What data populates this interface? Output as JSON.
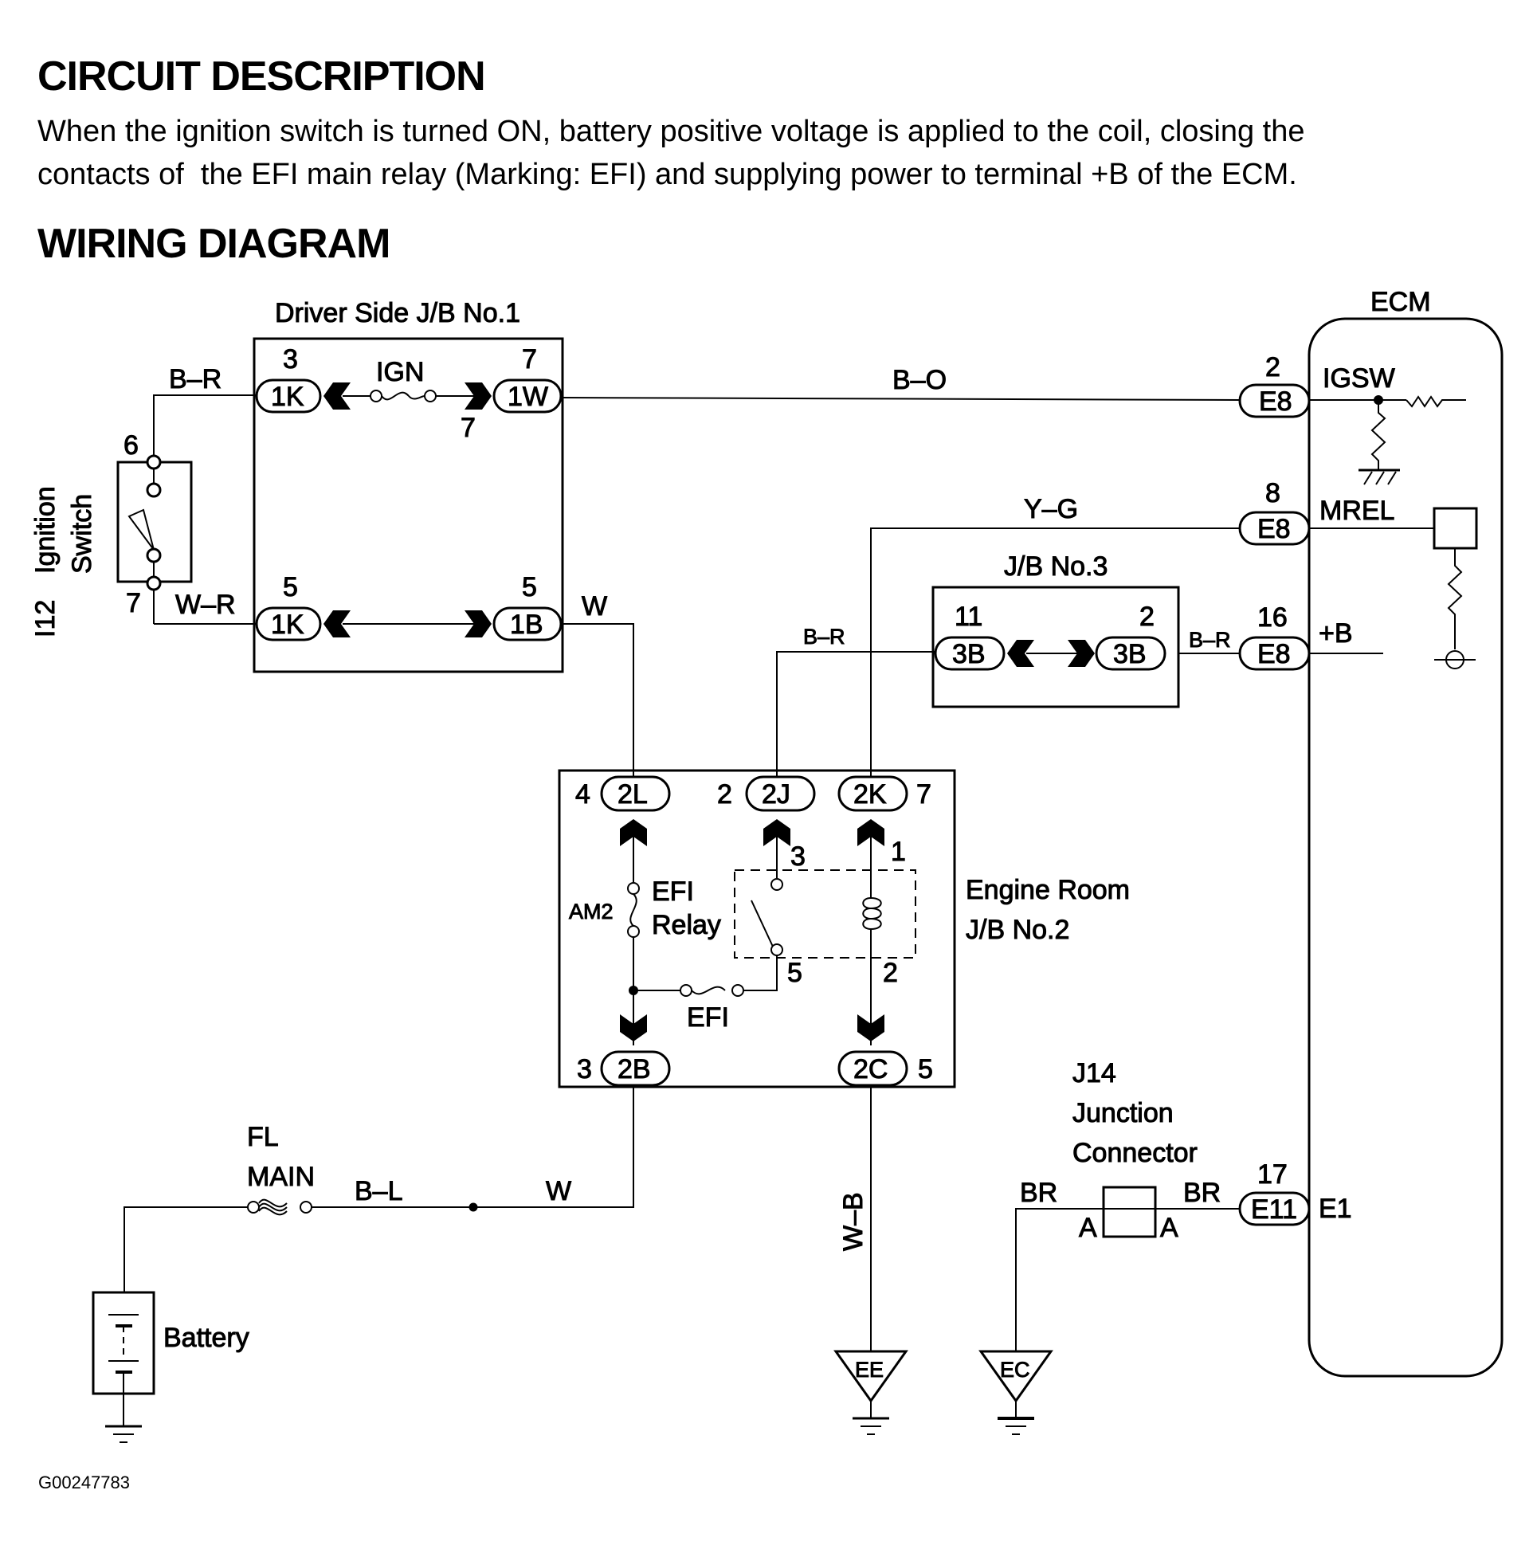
{
  "headings": {
    "circuit_description": "CIRCUIT DESCRIPTION",
    "wiring_diagram": "WIRING DIAGRAM"
  },
  "description": {
    "line1": "When the ignition switch is turned ON, battery positive voltage is applied to the coil, closing the",
    "line2": "contacts of  the EFI main relay (Marking: EFI) and supplying power to terminal +B of the ECM."
  },
  "components": {
    "ignition_switch": {
      "code": "I12",
      "name_line1": "Ignition",
      "name_line2": "Switch",
      "pin_top": "6",
      "pin_bottom": "7"
    },
    "jb1": {
      "title": "Driver Side J/B No.1",
      "fuse": "IGN",
      "connectors": [
        {
          "id": "1K",
          "pin": "3"
        },
        {
          "id": "1W",
          "pin": "7"
        },
        {
          "id": "1K",
          "pin": "5"
        },
        {
          "id": "1B",
          "pin": "5"
        }
      ],
      "internal_pin": "7"
    },
    "ecm": {
      "title": "ECM",
      "terminals": [
        {
          "name": "IGSW",
          "connector": "E8",
          "pin": "2"
        },
        {
          "name": "MREL",
          "connector": "E8",
          "pin": "8"
        },
        {
          "name": "+B",
          "connector": "E8",
          "pin": "16"
        },
        {
          "name": "E1",
          "connector": "E11",
          "pin": "17"
        }
      ]
    },
    "jb3": {
      "title": "J/B No.3",
      "connectors": [
        {
          "id": "3B",
          "pin": "11"
        },
        {
          "id": "3B",
          "pin": "2"
        }
      ]
    },
    "engine_room_jb2": {
      "title_line1": "Engine Room",
      "title_line2": "J/B No.2",
      "connectors": [
        {
          "id": "2L",
          "pin": "4"
        },
        {
          "id": "2J",
          "pin": "2"
        },
        {
          "id": "2K",
          "pin": "7"
        },
        {
          "id": "2B",
          "pin": "3"
        },
        {
          "id": "2C",
          "pin": "5"
        }
      ],
      "relay_line1": "EFI",
      "relay_line2": "Relay",
      "am2_fuse": "AM2",
      "efi_fuse": "EFI",
      "relay_pins": {
        "p3": "3",
        "p1": "1",
        "p5": "5",
        "p2": "2"
      }
    },
    "fusible_link": {
      "line1": "FL",
      "line2": "MAIN"
    },
    "battery": {
      "name": "Battery"
    },
    "junction": {
      "line1": "J14",
      "line2": "Junction",
      "line3": "Connector",
      "pin_left": "A",
      "pin_right": "A"
    },
    "grounds": [
      {
        "name": "EE"
      },
      {
        "name": "EC"
      }
    ]
  },
  "wires": {
    "ign_to_jb1": "B–R",
    "st_to_jb1": "W–R",
    "jb1_to_ecm": "B–O",
    "jb1_to_2l": "W",
    "relay_to_mrel": "Y–G",
    "jb3_in": "B–R",
    "jb3_out": "B–R",
    "battery_fl": "B–L",
    "fl_to_2b": "W",
    "ground_ee": "W–B",
    "br_left": "BR",
    "br_right": "BR"
  },
  "figure_code": "G00247783"
}
